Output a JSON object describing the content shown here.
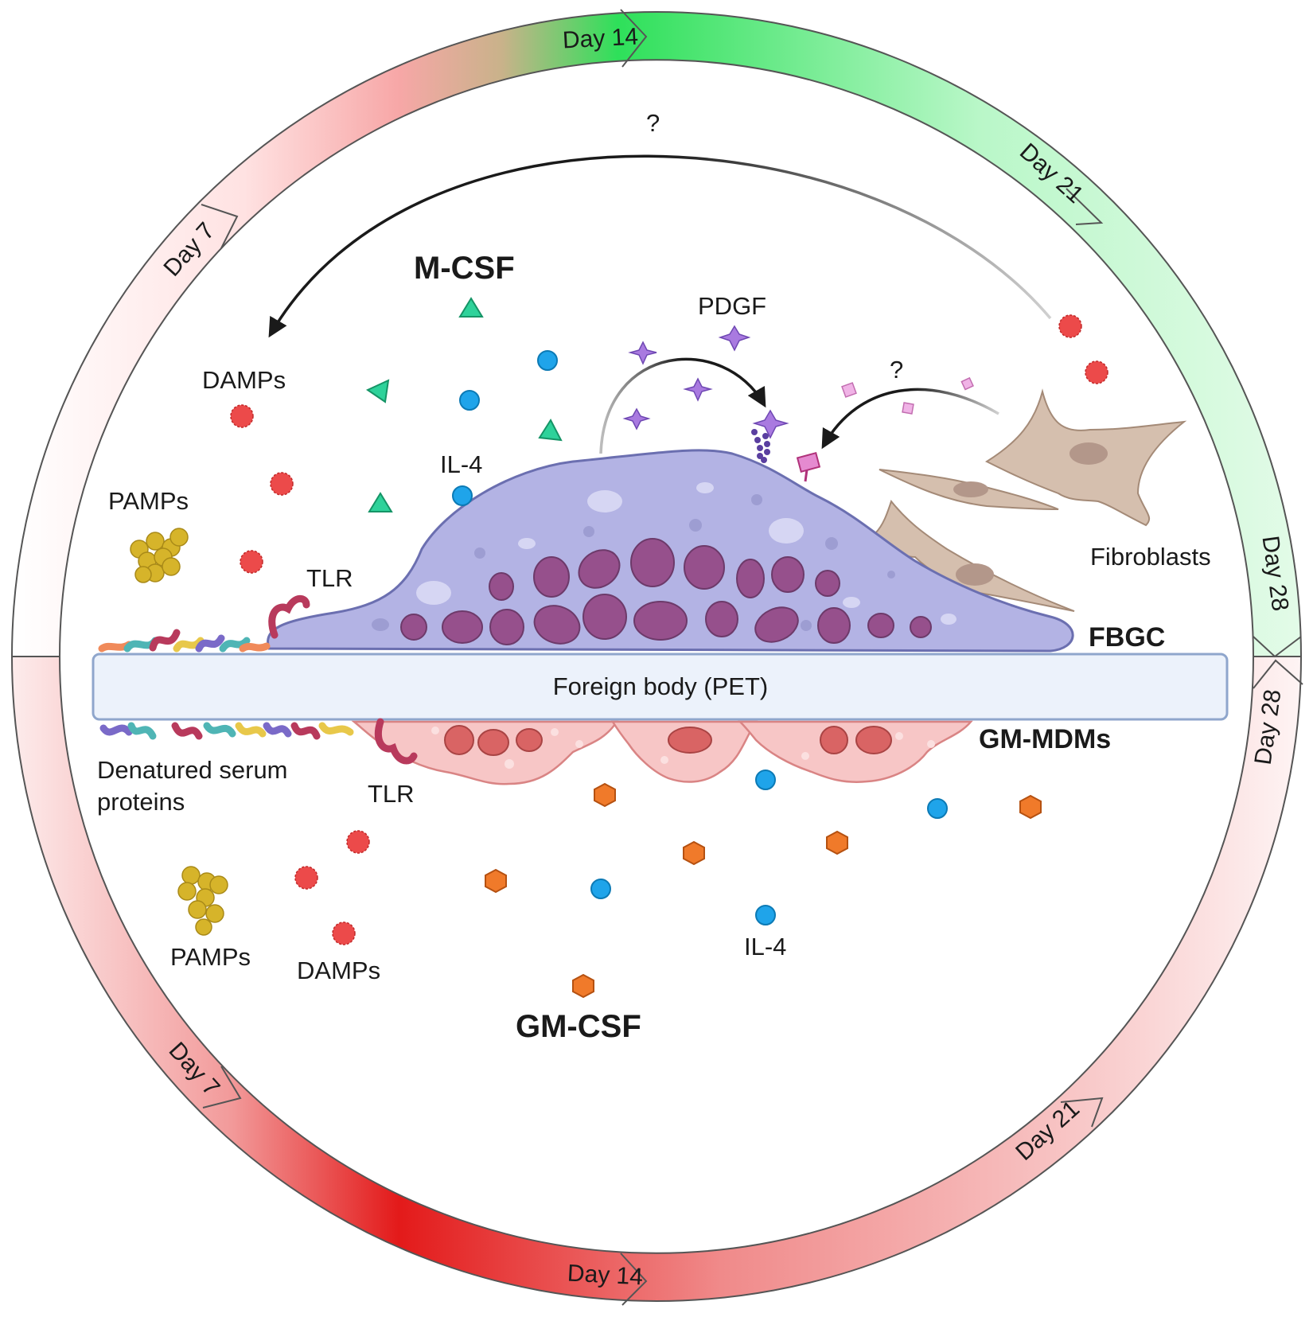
{
  "ring": {
    "top_days": [
      "Day 7",
      "Day 14",
      "Day 21",
      "Day 28"
    ],
    "bottom_days": [
      "Day 7",
      "Day 14",
      "Day 21",
      "Day 28"
    ]
  },
  "labels": {
    "question_top": "?",
    "question_right": "?",
    "mcsf": "M-CSF",
    "pdgf": "PDGF",
    "damps_top": "DAMPs",
    "il4_top": "IL-4",
    "pamps_top": "PAMPs",
    "tlr_top": "TLR",
    "fibroblasts": "Fibroblasts",
    "fbgc": "FBGC",
    "foreign_body": "Foreign body (PET)",
    "gm_mdms": "GM-MDMs",
    "denatured_line1": "Denatured serum",
    "denatured_line2": "proteins",
    "tlr_bottom": "TLR",
    "pamps_bottom": "PAMPs",
    "damps_bottom": "DAMPs",
    "il4_bottom": "IL-4",
    "gmcsf": "GM-CSF"
  },
  "colors": {
    "green_accent": "#2ee05a",
    "red_accent": "#e31a1a",
    "fbgc_body": "#b3b3e4",
    "fbgc_nucleus": "#96508c",
    "mdm_body": "#f7c6c6",
    "mdm_nucleus": "#d96464",
    "fibroblast": "#d5bfae",
    "il4_blue": "#1fa4ea",
    "mcsf_green": "#2ed29a",
    "pdgf_purple": "#a97ae0",
    "gmcsf_orange": "#f07a2a",
    "damp_red": "#ec4a4a",
    "pamp_gold": "#d6b42a"
  }
}
